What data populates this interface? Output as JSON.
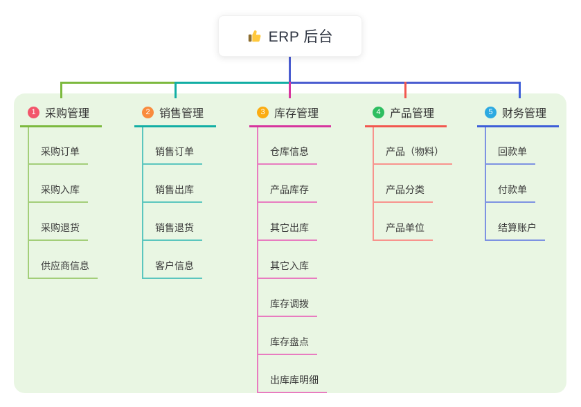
{
  "root": {
    "label": "ERP 后台",
    "icon": "thumbs-up",
    "icon_colors": {
      "hand": "#FFC83D",
      "cuff": "#8D6E2F"
    }
  },
  "canvas": {
    "page_background": "#ffffff",
    "panel_background": "#E9F6E3",
    "root_connector_color": "#4A5CD0",
    "text_color": "#333333"
  },
  "branches": [
    {
      "index": "1",
      "label": "采购管理",
      "badge_color": "#F2566B",
      "line_color": "#7CB93E",
      "line_color_light": "#A3CE79",
      "children": [
        "采购订单",
        "采购入库",
        "采购退货",
        "供应商信息"
      ]
    },
    {
      "index": "2",
      "label": "销售管理",
      "badge_color": "#F98B3D",
      "line_color": "#12AEA4",
      "line_color_light": "#5BC6BE",
      "children": [
        "销售订单",
        "销售出库",
        "销售退货",
        "客户信息"
      ]
    },
    {
      "index": "3",
      "label": "库存管理",
      "badge_color": "#FBAC12",
      "line_color": "#D6359E",
      "line_color_light": "#E87CC0",
      "children": [
        "仓库信息",
        "产品库存",
        "其它出库",
        "其它入库",
        "库存调拨",
        "库存盘点",
        "出库库明细"
      ]
    },
    {
      "index": "4",
      "label": "产品管理",
      "badge_color": "#2DBE60",
      "line_color": "#F2574F",
      "line_color_light": "#F8938D",
      "children": [
        "产品（物料）",
        "产品分类",
        "产品单位"
      ]
    },
    {
      "index": "5",
      "label": "财务管理",
      "badge_color": "#2CA9E1",
      "line_color": "#3E5ED8",
      "line_color_light": "#7D92E2",
      "children": [
        "回款单",
        "付款单",
        "结算账户"
      ]
    }
  ]
}
